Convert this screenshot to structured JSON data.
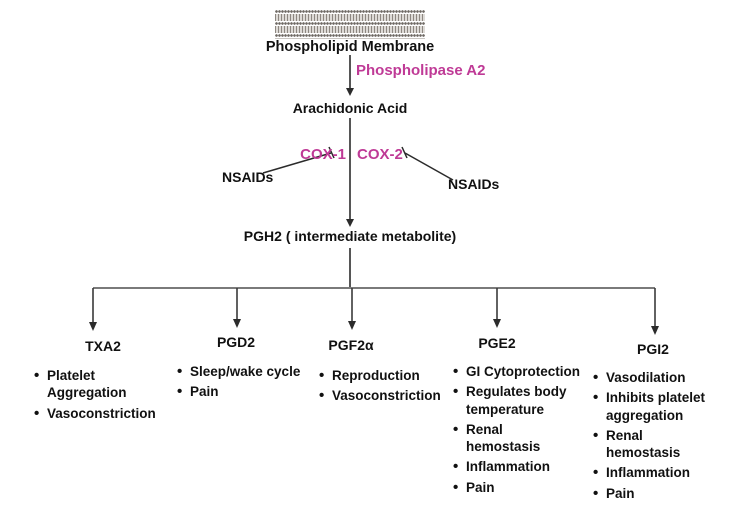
{
  "diagram": {
    "title_implicit": "Arachidonic acid pathway",
    "membrane_label": "Phospholipid Membrane",
    "enzyme_top": "Phospholipase A2",
    "substrate": "Arachidonic Acid",
    "cox1": "COX-1",
    "cox2": "COX-2",
    "nsaids_left": "NSAIDs",
    "nsaids_right": "NSAIDs",
    "intermediate": "PGH2 ( intermediate metabolite)",
    "columns": [
      {
        "label": "TXA2",
        "items": [
          "Platelet Aggregation",
          "Vasoconstriction"
        ]
      },
      {
        "label": "PGD2",
        "items": [
          "Sleep/wake cycle",
          "Pain"
        ]
      },
      {
        "label": "PGF2α",
        "items": [
          "Reproduction",
          "Vasoconstriction"
        ]
      },
      {
        "label": "PGE2",
        "items": [
          "GI Cytoprotection",
          "Regulates body temperature",
          "Renal hemostasis",
          "Inflammation",
          "Pain"
        ]
      },
      {
        "label": "PGI2",
        "items": [
          "Vasodilation",
          "Inhibits platelet aggregation",
          "Renal hemostasis",
          "Inflammation",
          "Pain"
        ]
      }
    ],
    "colors": {
      "enzyme_pink": "#bf3a96",
      "line_dark": "#2b2b2b",
      "branch_bar_gray": "#7a7a7a",
      "membrane_gray": "#8d8781",
      "text": "#111111",
      "background": "#ffffff"
    }
  }
}
